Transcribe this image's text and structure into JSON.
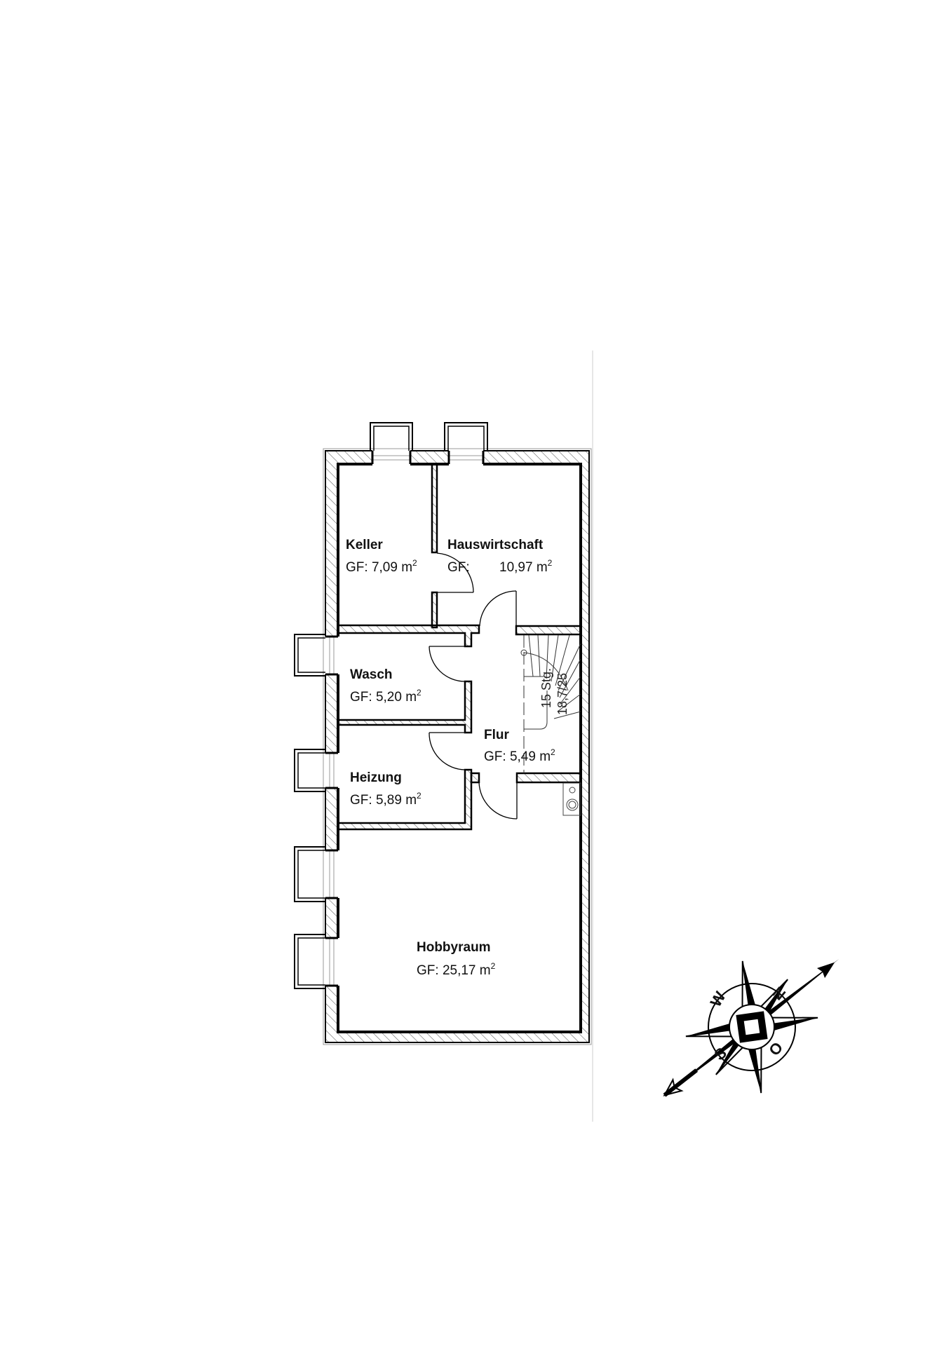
{
  "plan": {
    "rooms": [
      {
        "name": "Keller",
        "area_label": "GF:",
        "area_value": "7,09 m",
        "unit_sup": "2"
      },
      {
        "name": "Hauswirtschaft",
        "area_label": "GF:",
        "area_value": "10,97 m",
        "unit_sup": "2"
      },
      {
        "name": "Wasch",
        "area_label": "GF:",
        "area_value": "5,20 m",
        "unit_sup": "2"
      },
      {
        "name": "Flur",
        "area_label": "GF:",
        "area_value": "5,49 m",
        "unit_sup": "2"
      },
      {
        "name": "Heizung",
        "area_label": "GF:",
        "area_value": "5,89 m",
        "unit_sup": "2"
      },
      {
        "name": "Hobbyraum",
        "area_label": "GF:",
        "area_value": "25,17 m",
        "unit_sup": "2"
      }
    ],
    "stair": {
      "steps": "15 Stg.",
      "dimensions": "18,7/25"
    },
    "colors": {
      "wall": "#000000",
      "hatch": "#555555",
      "background": "#ffffff"
    }
  },
  "compass": {
    "letters": {
      "north": "N",
      "east": "O",
      "south": "S",
      "west": "W"
    }
  }
}
